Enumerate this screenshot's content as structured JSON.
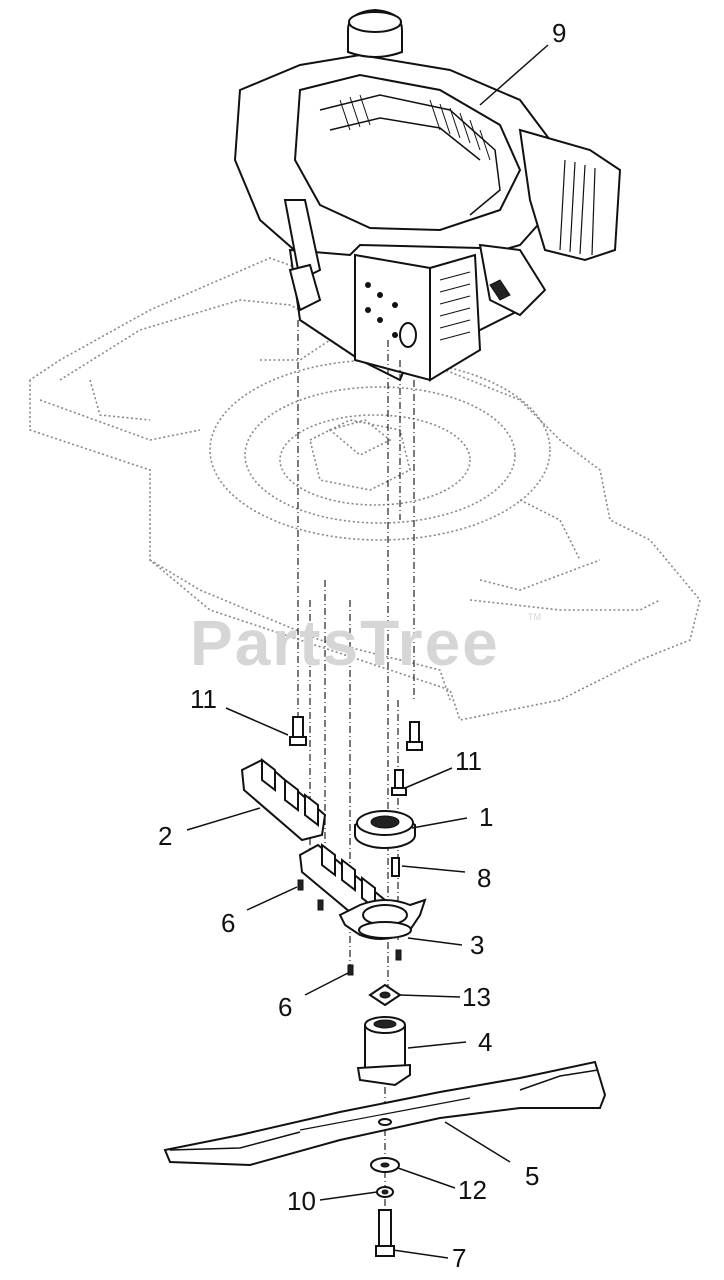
{
  "watermark": {
    "text": "PartsTree",
    "trademark": "TM"
  },
  "callouts": [
    {
      "id": "label-9",
      "text": "9"
    },
    {
      "id": "label-11-left",
      "text": "11"
    },
    {
      "id": "label-11-right",
      "text": "11"
    },
    {
      "id": "label-1",
      "text": "1"
    },
    {
      "id": "label-2",
      "text": "2"
    },
    {
      "id": "label-8",
      "text": "8"
    },
    {
      "id": "label-6-upper",
      "text": "6"
    },
    {
      "id": "label-3",
      "text": "3"
    },
    {
      "id": "label-6-lower",
      "text": "6"
    },
    {
      "id": "label-13",
      "text": "13"
    },
    {
      "id": "label-4",
      "text": "4"
    },
    {
      "id": "label-5",
      "text": "5"
    },
    {
      "id": "label-10",
      "text": "10"
    },
    {
      "id": "label-12",
      "text": "12"
    },
    {
      "id": "label-7",
      "text": "7"
    }
  ]
}
